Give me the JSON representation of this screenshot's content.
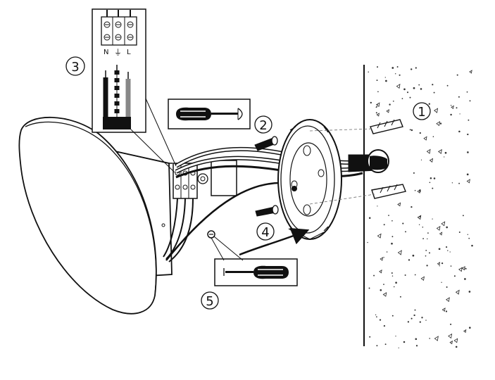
{
  "steps": [
    "1",
    "2",
    "3",
    "4",
    "5"
  ],
  "terminal_labels": {
    "neutral": "N",
    "earth": "⏚",
    "live": "L"
  },
  "colors": {
    "line": "#111111",
    "background": "#ffffff"
  }
}
